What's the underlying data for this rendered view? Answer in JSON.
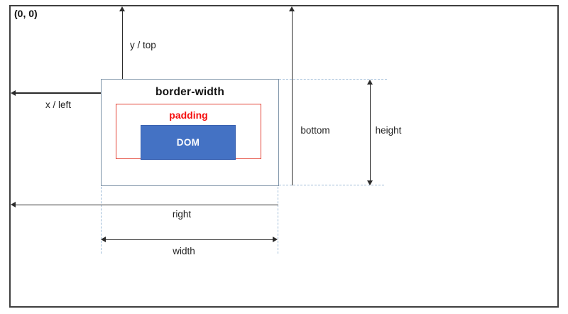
{
  "colors": {
    "frame_border": "#3f3f3f",
    "box_border": "#7d93a8",
    "dashed_line": "#9fbcd8",
    "dom_fill": "#4472c4",
    "dom_border": "#3a62b0",
    "padding_red": "#f50f0f",
    "padding_box_red": "#e34234",
    "arrow": "#2b2b2b",
    "text": "#1f1f1f"
  },
  "diagram": {
    "labels": {
      "origin": "(0, 0)",
      "y_top": "y / top",
      "x_left": "x / left",
      "border_width": "border-width",
      "padding": "padding",
      "dom": "DOM",
      "bottom": "bottom",
      "height": "height",
      "right": "right",
      "width": "width"
    }
  }
}
